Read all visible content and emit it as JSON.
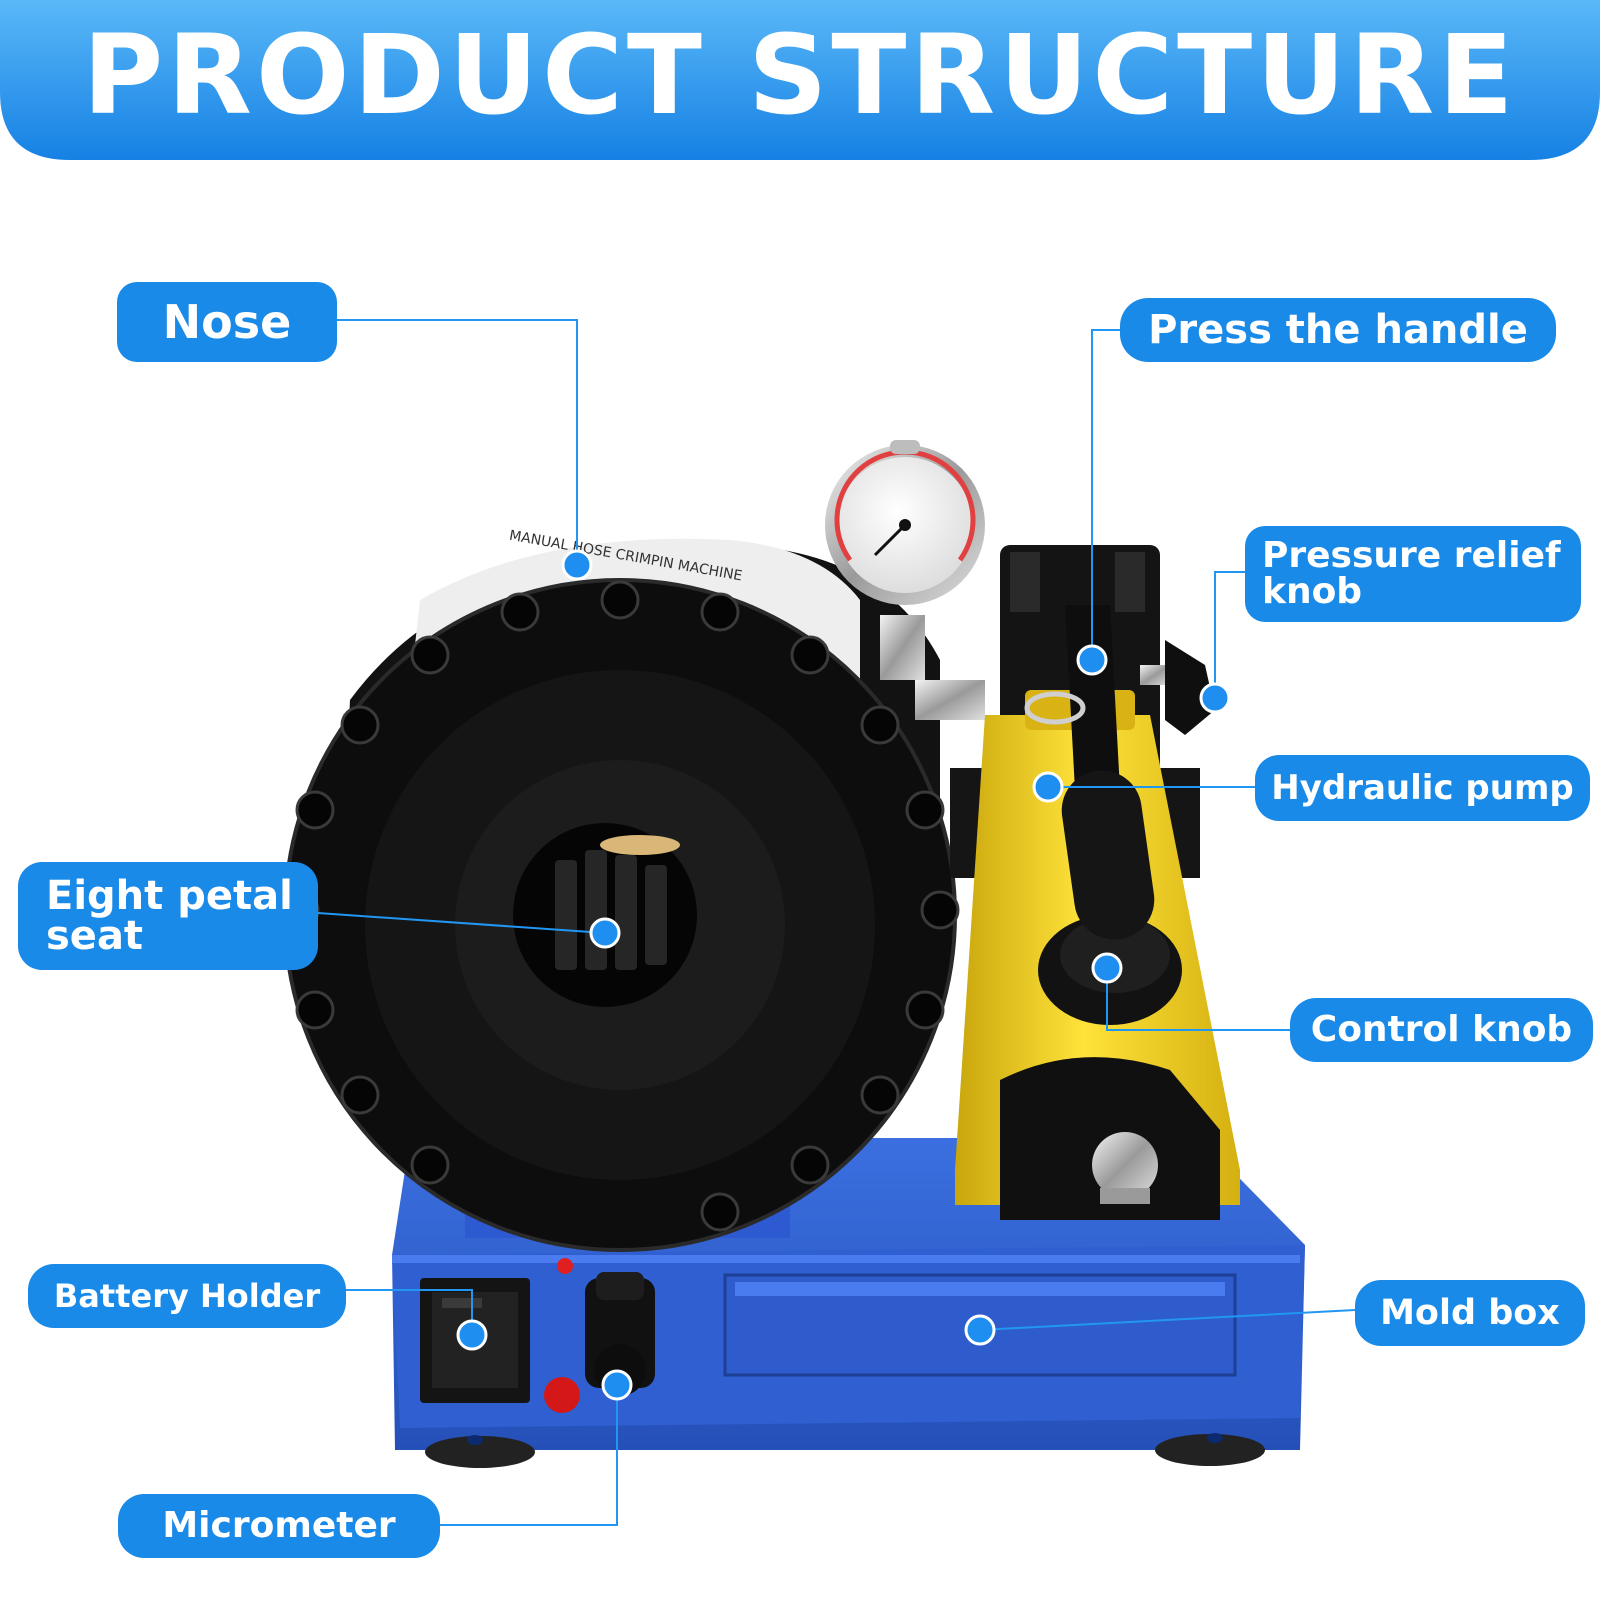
{
  "title": "PRODUCT STRUCTURE",
  "colors": {
    "accent": "#1a8ae8",
    "header_top": "#5ab8f8",
    "header_bottom": "#1681e4",
    "leader": "#2196f3",
    "base_blue": "#2f5fd0",
    "pump_yellow": "#f2d21e",
    "black_part": "#111111"
  },
  "machine_panel_text": "MANUAL HOSE CRIMPIN MACHINE",
  "labels": {
    "nose": "Nose",
    "press_handle": "Press the handle",
    "pressure_relief_line1": "Pressure relief",
    "pressure_relief_line2": "knob",
    "hydraulic_pump": "Hydraulic pump",
    "eight_petal_line1": "Eight petal",
    "eight_petal_line2": "seat",
    "control_knob": "Control knob",
    "battery_holder": "Battery Holder",
    "mold_box": "Mold box",
    "micrometer": "Micrometer"
  }
}
